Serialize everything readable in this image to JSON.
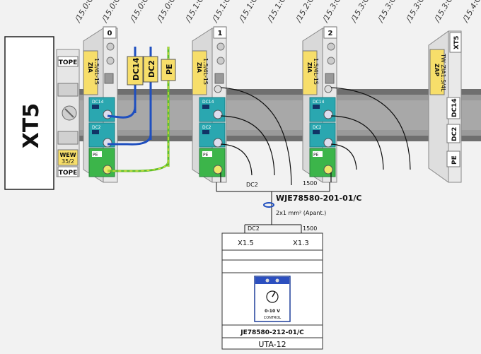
{
  "header_refs": [
    "/15.0:C",
    "/15.0:C",
    "/15.0:C",
    "/15.0:C",
    "/15.1:C",
    "/15.1:C",
    "/15.1:C",
    "/15.1:C",
    "/15.2:C",
    "/15.3:C",
    "/15.3:C",
    "/15.3:C",
    "/15.3:C",
    "/15.3:C",
    "/15.4:C"
  ],
  "left_block": {
    "label": "XT5"
  },
  "end_clamp": {
    "top_label": "TOPE",
    "wew_label": "WEW",
    "wew_sub": "35/2",
    "bottom_label": "TOPE"
  },
  "terminals": [
    {
      "number": "0",
      "type_code": "ZIA",
      "type_spec": "1.5/4L-1S",
      "tab_dc14": "DC14",
      "tab_dc2": "DC2",
      "tab_pe": "PE"
    },
    {
      "number": "1",
      "type_code": "ZIA",
      "type_spec": "1.5/4L-1S",
      "tab_dc14": "DC14",
      "tab_dc2": "DC2",
      "tab_pe": "PE"
    },
    {
      "number": "2",
      "type_code": "ZIA",
      "type_spec": "1.5/4L-1S",
      "tab_dc14": "DC14",
      "tab_dc2": "DC2",
      "tab_pe": "PE"
    }
  ],
  "cable_markers": [
    "DC14",
    "DC2",
    "PE"
  ],
  "end_plate": {
    "number": "XT5",
    "type_code": "ZAP",
    "type_spec": "TW ZIA1.5/4L",
    "labels": [
      "DC14",
      "DC2",
      "PE"
    ]
  },
  "cable": {
    "left_label": "DC2",
    "right_label": "1500",
    "id": "WJE78580-201-01/C",
    "spec": "2x1 mm² (Apant.)"
  },
  "device": {
    "left_label": "DC2",
    "right_label": "1500",
    "terminal_left": "X1.5",
    "terminal_right": "X1.3",
    "module_text": "0-10 V",
    "module_sub": "CONTROL",
    "code": "JE78580-212-01/C",
    "name": "UTA-12"
  },
  "colors": {
    "teal": "#2aa7b0",
    "green": "#3cb54a",
    "yellow": "#f7de6a",
    "rail": "#9a9a9a",
    "wire_blue": "#1f4fbf",
    "wire_green": "#5fbf2a",
    "wire_yellow": "#e8e23a"
  }
}
